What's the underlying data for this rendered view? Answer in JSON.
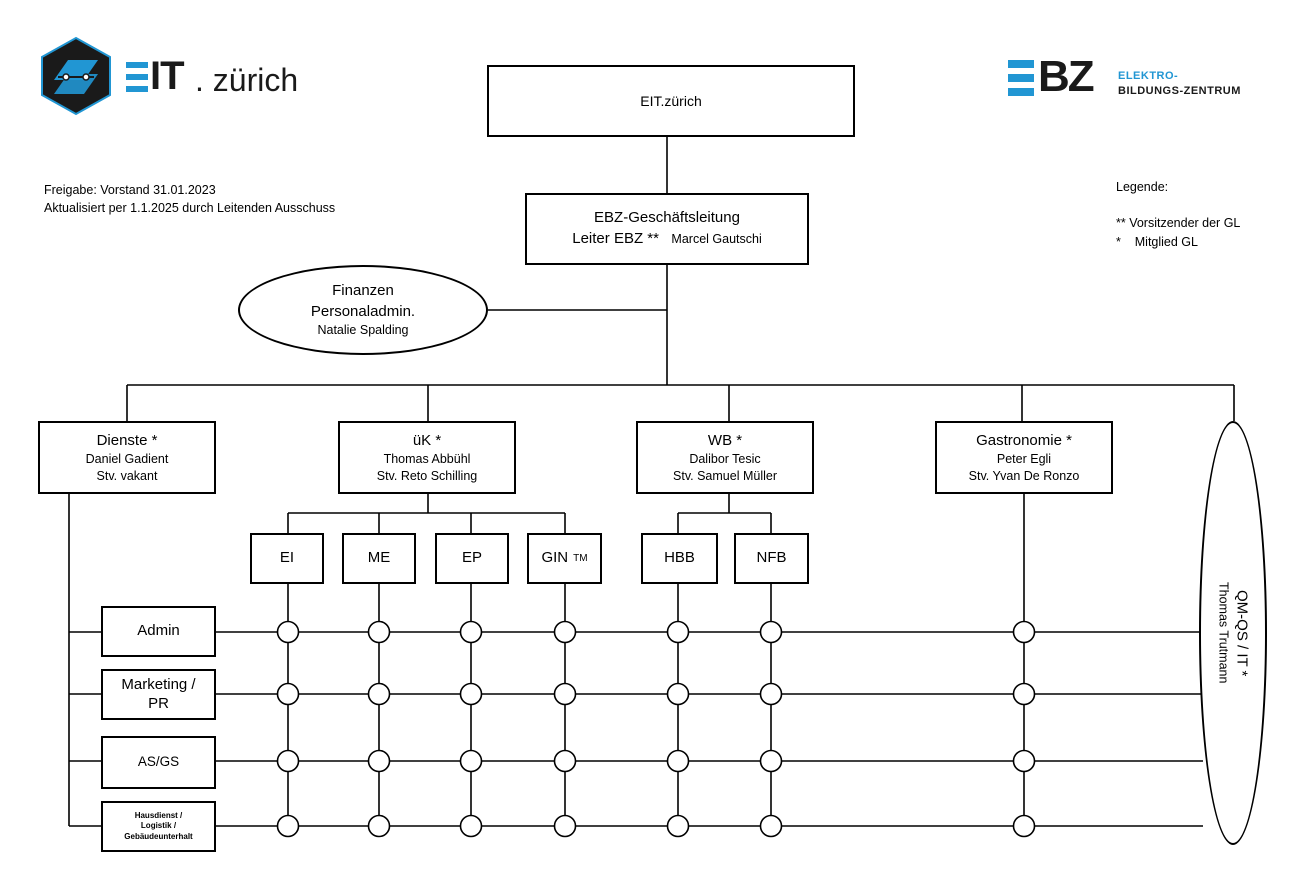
{
  "logos": {
    "eit_prefix": "IT",
    "eit_suffix": ". zürich",
    "ebz_letters": "BZ",
    "ebz_line1": "ELEKTRO-",
    "ebz_line2": "BILDUNGS-ZENTRUM"
  },
  "notes": {
    "approval": "Freigabe: Vorstand 31.01.2023\nAktualisiert per 1.1.2025 durch Leitenden Ausschuss",
    "legend_title": "Legende:",
    "legend_items": "** Vorsitzender der GL\n*    Mitglied GL"
  },
  "top": {
    "title": "EIT.zürich"
  },
  "management": {
    "title": "EBZ-Geschäftsleitung",
    "role": "Leiter EBZ **",
    "name": "Marcel Gautschi"
  },
  "finance": {
    "line1": "Finanzen",
    "line2": "Personaladmin.",
    "name": "Natalie Spalding"
  },
  "departments": [
    {
      "title": "Dienste *",
      "head": "Daniel Gadient",
      "deputy": "Stv. vakant"
    },
    {
      "title": "üK *",
      "head": "Thomas Abbühl",
      "deputy": "Stv. Reto Schilling"
    },
    {
      "title": "WB *",
      "head": "Dalibor Tesic",
      "deputy": "Stv. Samuel Müller"
    },
    {
      "title": "Gastronomie *",
      "head": "Peter Egli",
      "deputy": "Stv. Yvan De Ronzo"
    }
  ],
  "sub_units": [
    {
      "label": "EI",
      "suffix": ""
    },
    {
      "label": "ME",
      "suffix": ""
    },
    {
      "label": "EP",
      "suffix": ""
    },
    {
      "label": "GIN",
      "suffix": "TM"
    },
    {
      "label": "HBB",
      "suffix": ""
    },
    {
      "label": "NFB",
      "suffix": ""
    }
  ],
  "services": [
    {
      "label": "Admin"
    },
    {
      "label": "Marketing /\nPR"
    },
    {
      "label": "AS/GS"
    },
    {
      "label": "Hausdienst /\nLogistik /\nGebäudeunterhalt"
    }
  ],
  "qm": {
    "title": "QM-QS / IT *",
    "name": "Thomas Trutmann"
  },
  "colors": {
    "accent": "#2196d3",
    "dark": "#1a1a1a",
    "line": "#000000"
  }
}
